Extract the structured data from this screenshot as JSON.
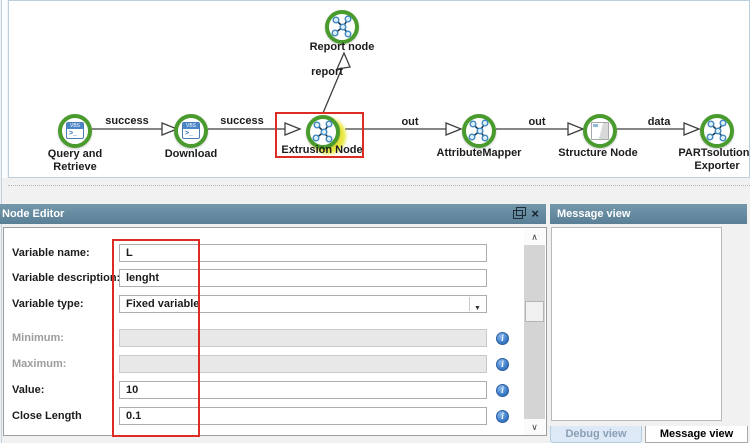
{
  "canvas": {
    "nodes": {
      "query": {
        "label1": "Query and",
        "label2": "Retrieve"
      },
      "download": {
        "label": "Download"
      },
      "extrusion": {
        "label": "Extrusion Node",
        "selected": true
      },
      "report": {
        "label": "Report node"
      },
      "attribute_mapper": {
        "label": "AttributeMapper"
      },
      "structure": {
        "label": "Structure Node"
      },
      "partsolutions": {
        "label1": "PARTsolutions",
        "label2": "Exporter"
      }
    },
    "edge_labels": {
      "e1": "success",
      "e2": "success",
      "e3": "out",
      "e4": "out",
      "e5": "data",
      "report": "report"
    }
  },
  "node_editor": {
    "title": "Node Editor",
    "fields": [
      {
        "label": "Variable name:",
        "value": "L",
        "state": "normal"
      },
      {
        "label": "Variable description:",
        "value": "lenght",
        "state": "normal"
      },
      {
        "label": "Variable type:",
        "value": "Fixed variable",
        "state": "dropdown"
      },
      {
        "label": "Minimum:",
        "value": "",
        "state": "disabled"
      },
      {
        "label": "Maximum:",
        "value": "",
        "state": "disabled"
      },
      {
        "label": "Value:",
        "value": "10",
        "state": "normal"
      },
      {
        "label": "Close Length",
        "value": "0.1",
        "state": "normal"
      }
    ]
  },
  "message_view": {
    "title": "Message view",
    "tabs": [
      {
        "label": "Debug view",
        "active": false
      },
      {
        "label": "Message view",
        "active": true
      }
    ]
  },
  "icons": {
    "close": "×",
    "dropdown_arrow": "▼",
    "scroll_up": "∧",
    "scroll_down": "∨",
    "info": "i",
    "script_badge": "VBS",
    "script_prompt": ">_"
  },
  "colors": {
    "highlight_red": "#dd2c23",
    "titlebar_blue": "#5f8499",
    "node_ring_green": "#4a9b2e",
    "selection_yellow": "#e9e73f",
    "info_blue": "#3c7cc9"
  }
}
